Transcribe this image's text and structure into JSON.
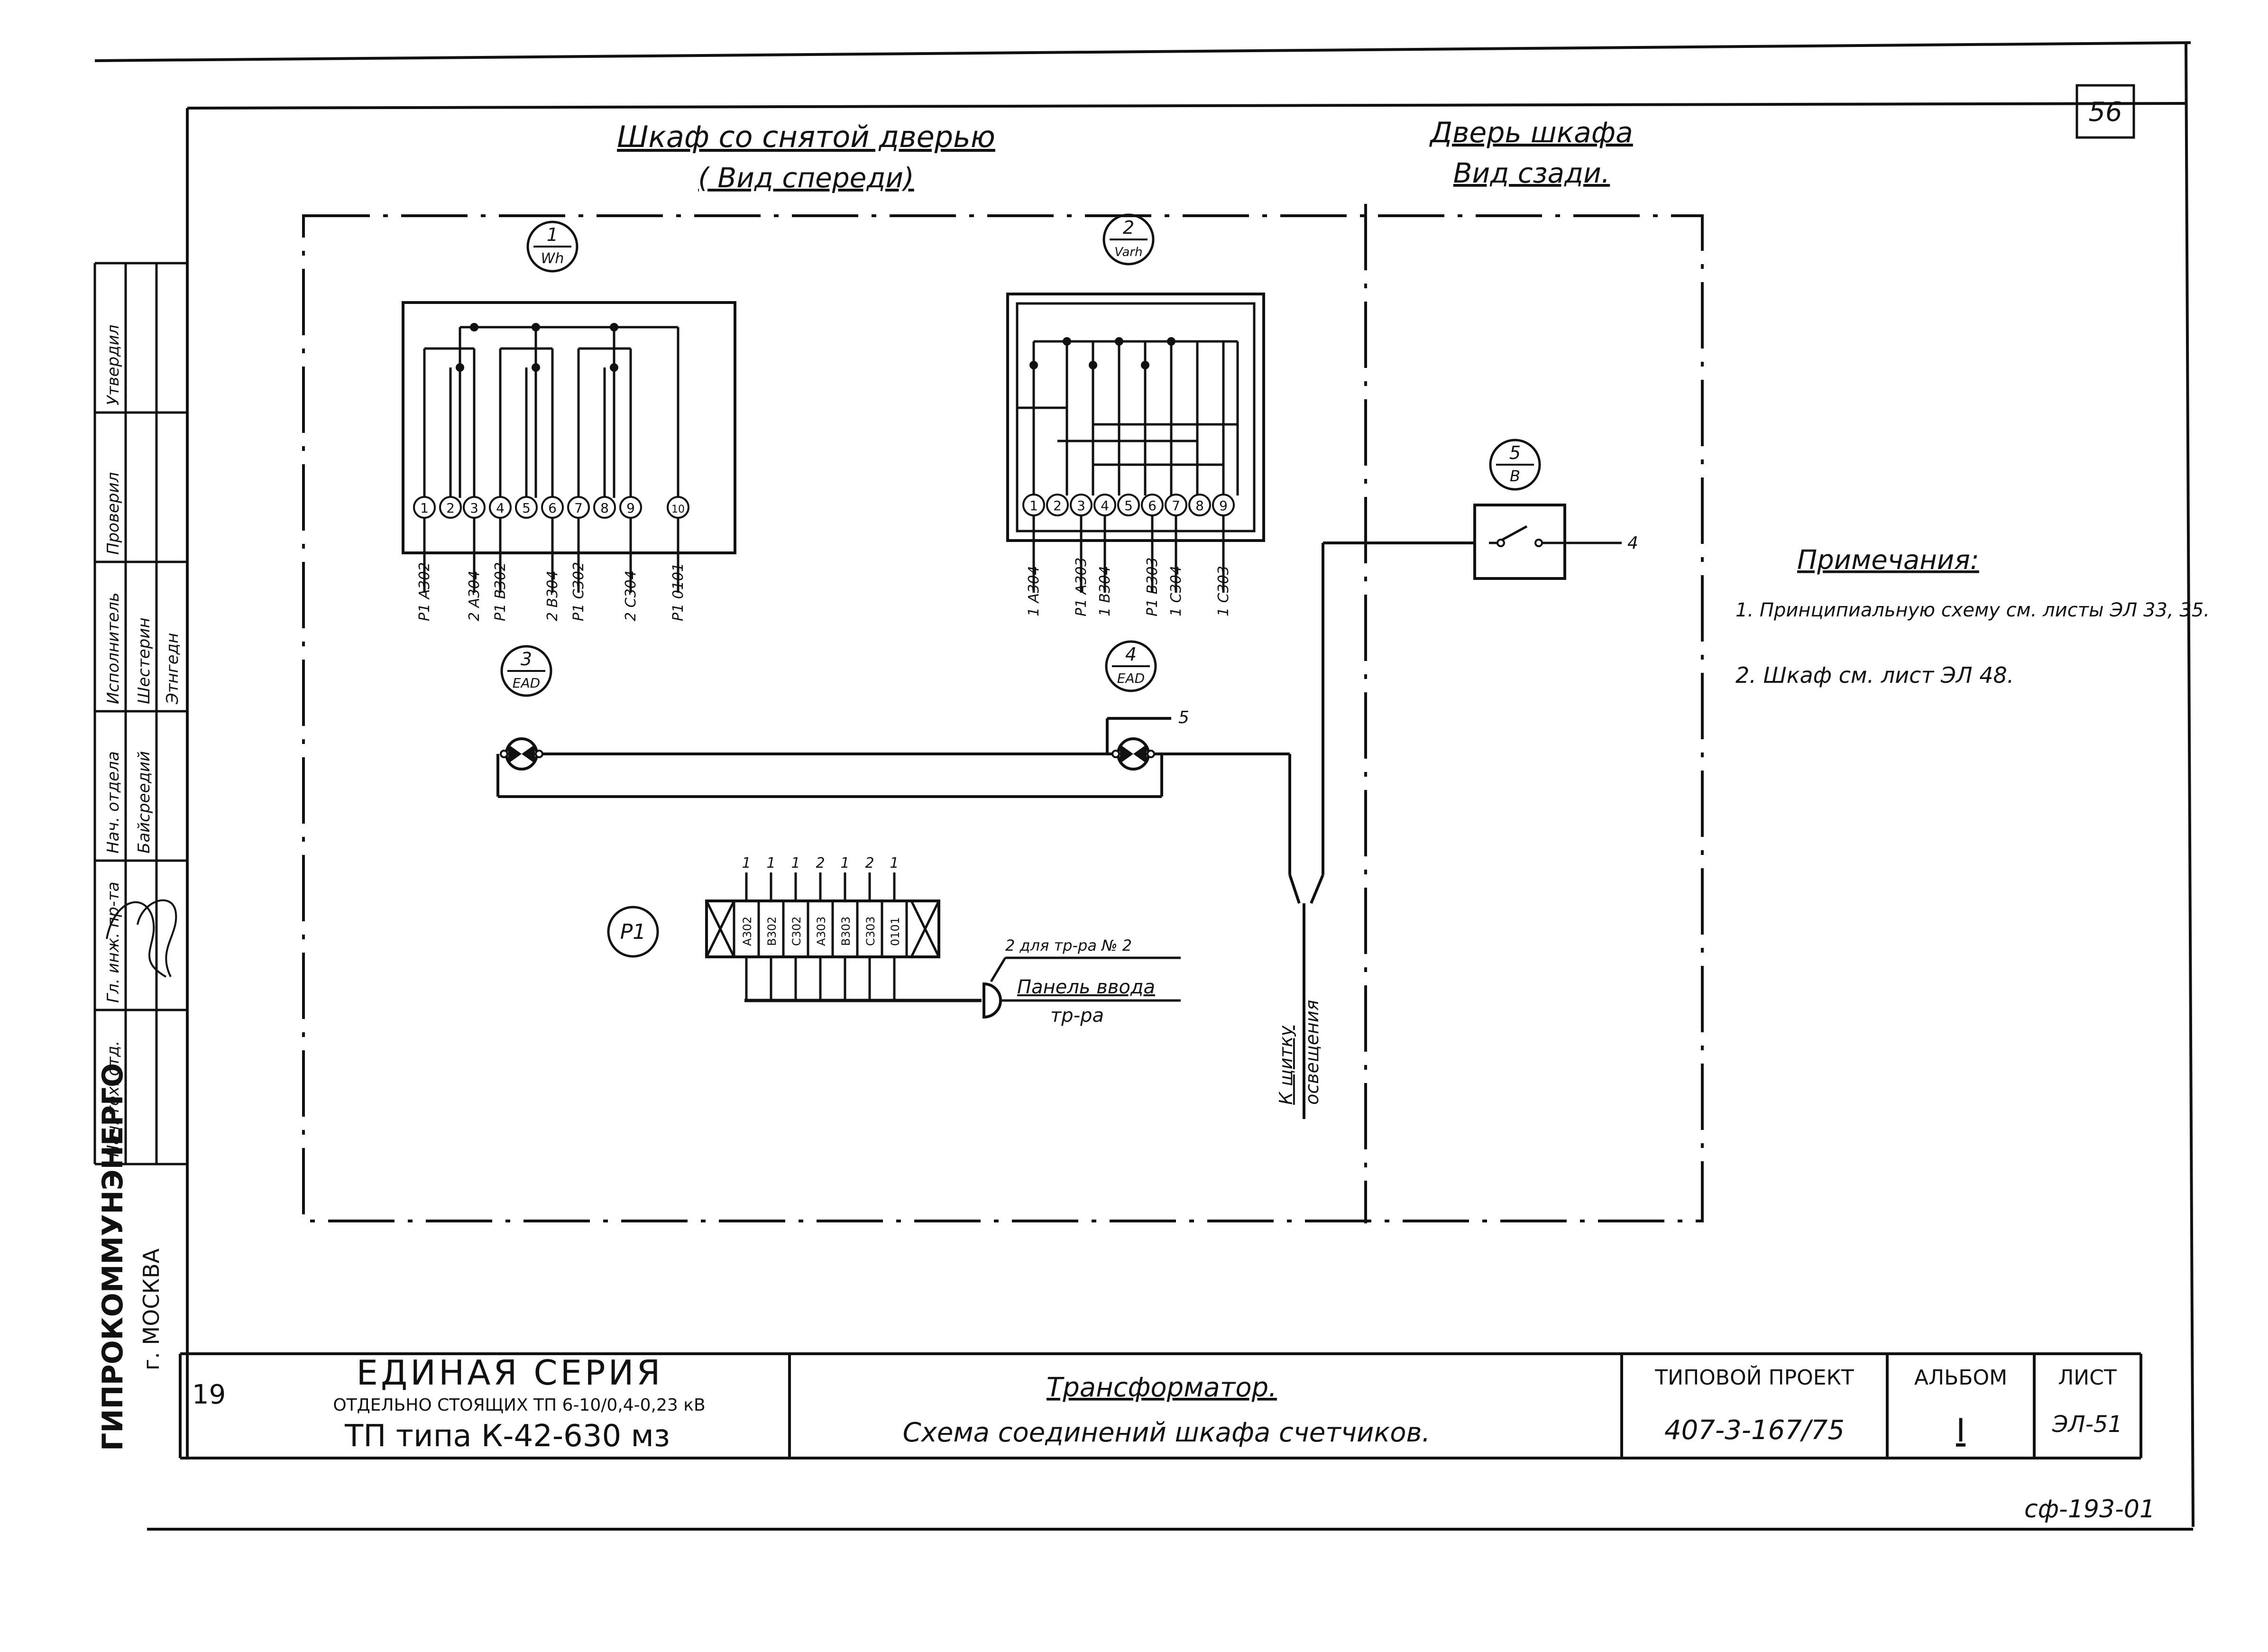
{
  "sheet_number": "56",
  "headings": {
    "cabinet": "Шкаф со снятой дверью",
    "cabinet_sub": "( Вид спереди)",
    "door": "Дверь шкафа",
    "door_sub": "Вид сзади."
  },
  "meters": [
    {
      "num": "1",
      "code": "Wh",
      "terminals": [
        "1",
        "2",
        "3",
        "4",
        "5",
        "6",
        "7",
        "8",
        "9",
        "10"
      ],
      "wires": [
        "P1 A302",
        "2 A304",
        "P1 B302",
        "2 B304",
        "P1 C302",
        "2 C304",
        "P1 0101"
      ]
    },
    {
      "num": "2",
      "code": "Varh",
      "terminals": [
        "1",
        "2",
        "3",
        "4",
        "5",
        "6",
        "7",
        "8",
        "9"
      ],
      "wires": [
        "1 A304",
        "P1 A303",
        "1 B304",
        "P1 B303",
        "1 C304",
        "1 C303"
      ]
    }
  ],
  "lamps": [
    {
      "num": "3",
      "code": "EAD"
    },
    {
      "num": "4",
      "code": "EAD",
      "wire": "5"
    }
  ],
  "switch": {
    "num": "5",
    "code": "B",
    "wire": "4"
  },
  "terminal_block": {
    "label": "P1",
    "wires": [
      "1",
      "1",
      "1",
      "2",
      "1",
      "2",
      "1"
    ],
    "cells": [
      "A302",
      "B302",
      "C302",
      "A303",
      "B303",
      "C303",
      "0101"
    ],
    "to_transformer_2": "2 для тр-ра № 2",
    "input_panel": "Панель ввода",
    "input_panel_sub": "тр-ра",
    "to_lighting": "К щитку",
    "to_lighting_sub": "освещения"
  },
  "notes": {
    "title": "Примечания:",
    "items": [
      "1. Принципиальную схему см. листы ЭЛ 33, 35.",
      "2. Шкаф см. лист ЭЛ 48."
    ]
  },
  "left_stamp": {
    "roles": [
      "Нач. тех. отд.",
      "Гл. инж. пр-та",
      "Нач. отдела",
      "Исполнитель",
      "Проверил",
      "Утвердил"
    ],
    "names": [
      "Байсреедий",
      "Шестерин",
      "Этнгедн"
    ],
    "org": "ГИПРОКОММУНЭНЕРГО",
    "city": "г. МОСКВА"
  },
  "title_block": {
    "year": "19",
    "series_title": "ЕДИНАЯ СЕРИЯ",
    "series_line2": "ОТДЕЛЬНО СТОЯЩИХ ТП 6-10/0,4-0,23 кВ",
    "series_line3": "ТП типа К-42-630 мз",
    "doc_title": "Трансформатор.",
    "doc_subtitle": "Схема соединений шкафа счетчиков.",
    "project_label": "ТИПОВОЙ ПРОЕКТ",
    "project_code": "407-3-167/75",
    "album_label": "АЛЬБОМ",
    "album_value": "I",
    "sheet_label": "ЛИСТ",
    "sheet_value": "ЭЛ-51"
  },
  "footer_code": "сф-193-01"
}
